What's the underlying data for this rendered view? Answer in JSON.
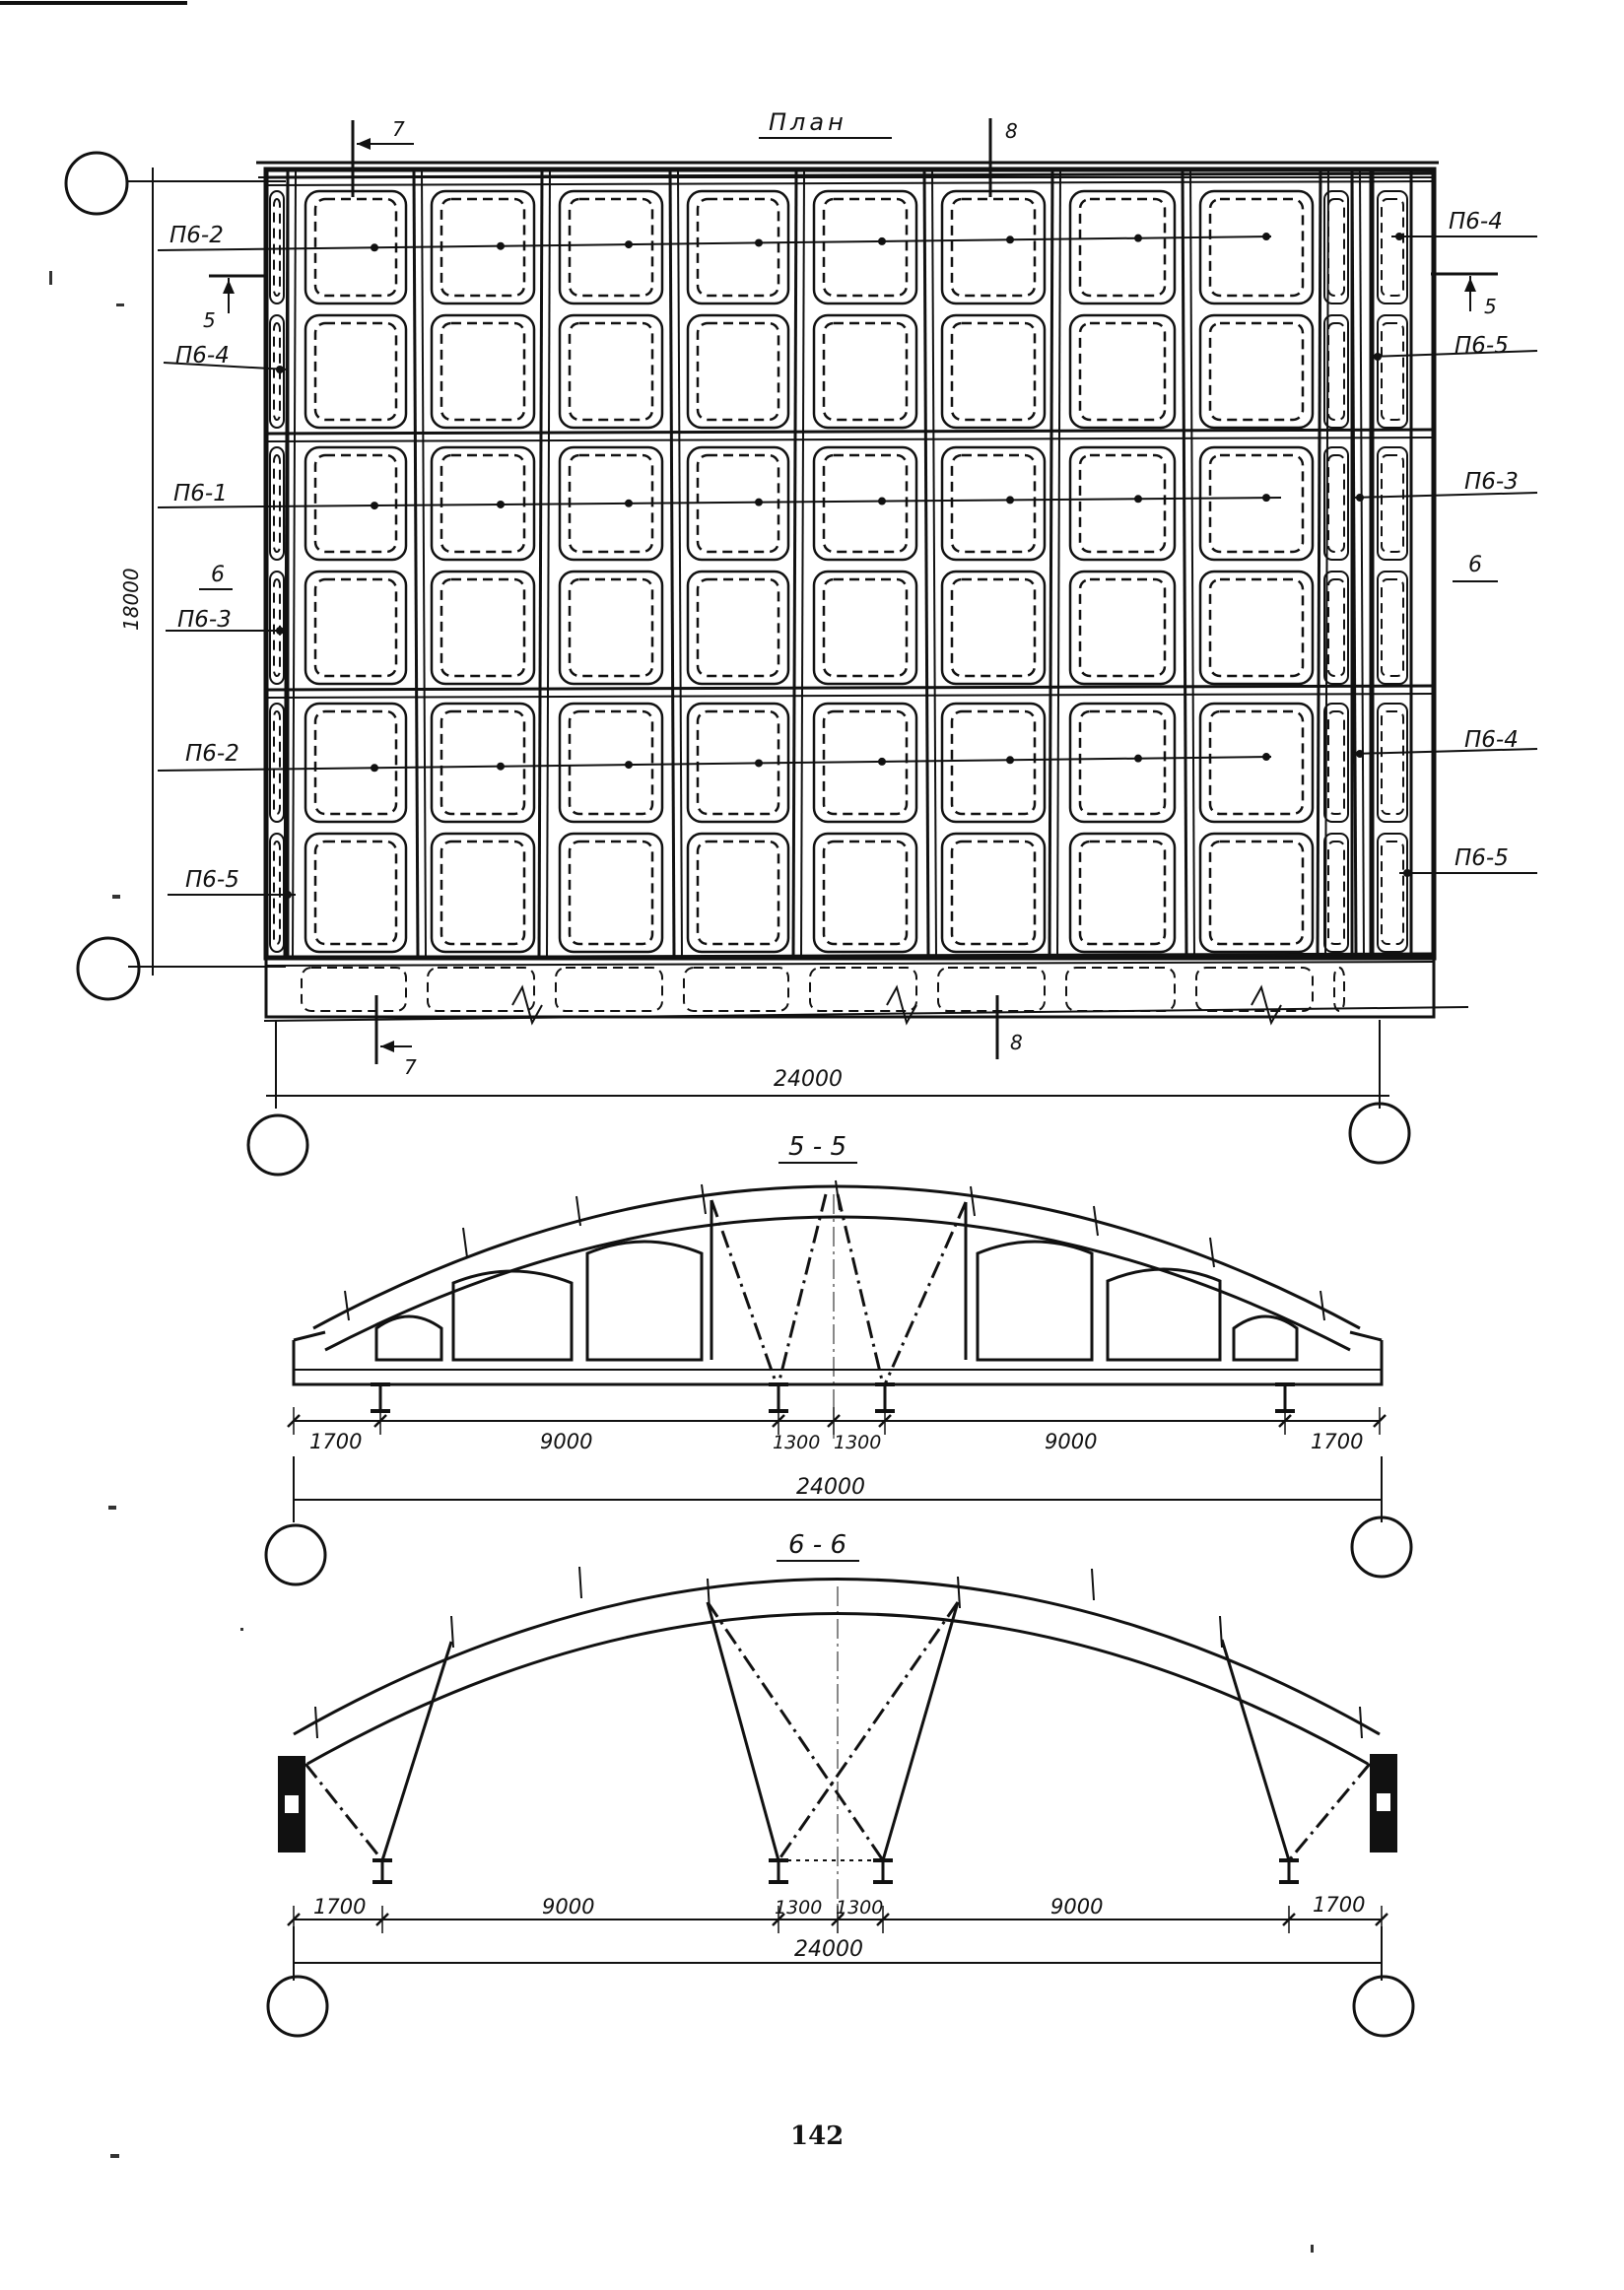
{
  "plan": {
    "title": "План",
    "dims": {
      "width": "24000",
      "height": "18000"
    },
    "cut_marks": {
      "c5": "5",
      "c6": "6",
      "c7": "7",
      "c8": "8"
    },
    "panel_labels_left": [
      "П6-2",
      "П6-4",
      "П6-1",
      "П6-3",
      "П6-2",
      "П6-5"
    ],
    "panel_labels_right": [
      "П6-4",
      "П6-5",
      "П6-3",
      "П6-4",
      "П6-5"
    ]
  },
  "section_5": {
    "title": "5 - 5",
    "dims": [
      "1700",
      "9000",
      "1300",
      "1300",
      "9000",
      "1700"
    ],
    "total": "24000"
  },
  "section_6": {
    "title": "6 - 6",
    "dims": [
      "1700",
      "9000",
      "1300",
      "1300",
      "9000",
      "1700"
    ],
    "total": "24000"
  },
  "page_number": "142"
}
